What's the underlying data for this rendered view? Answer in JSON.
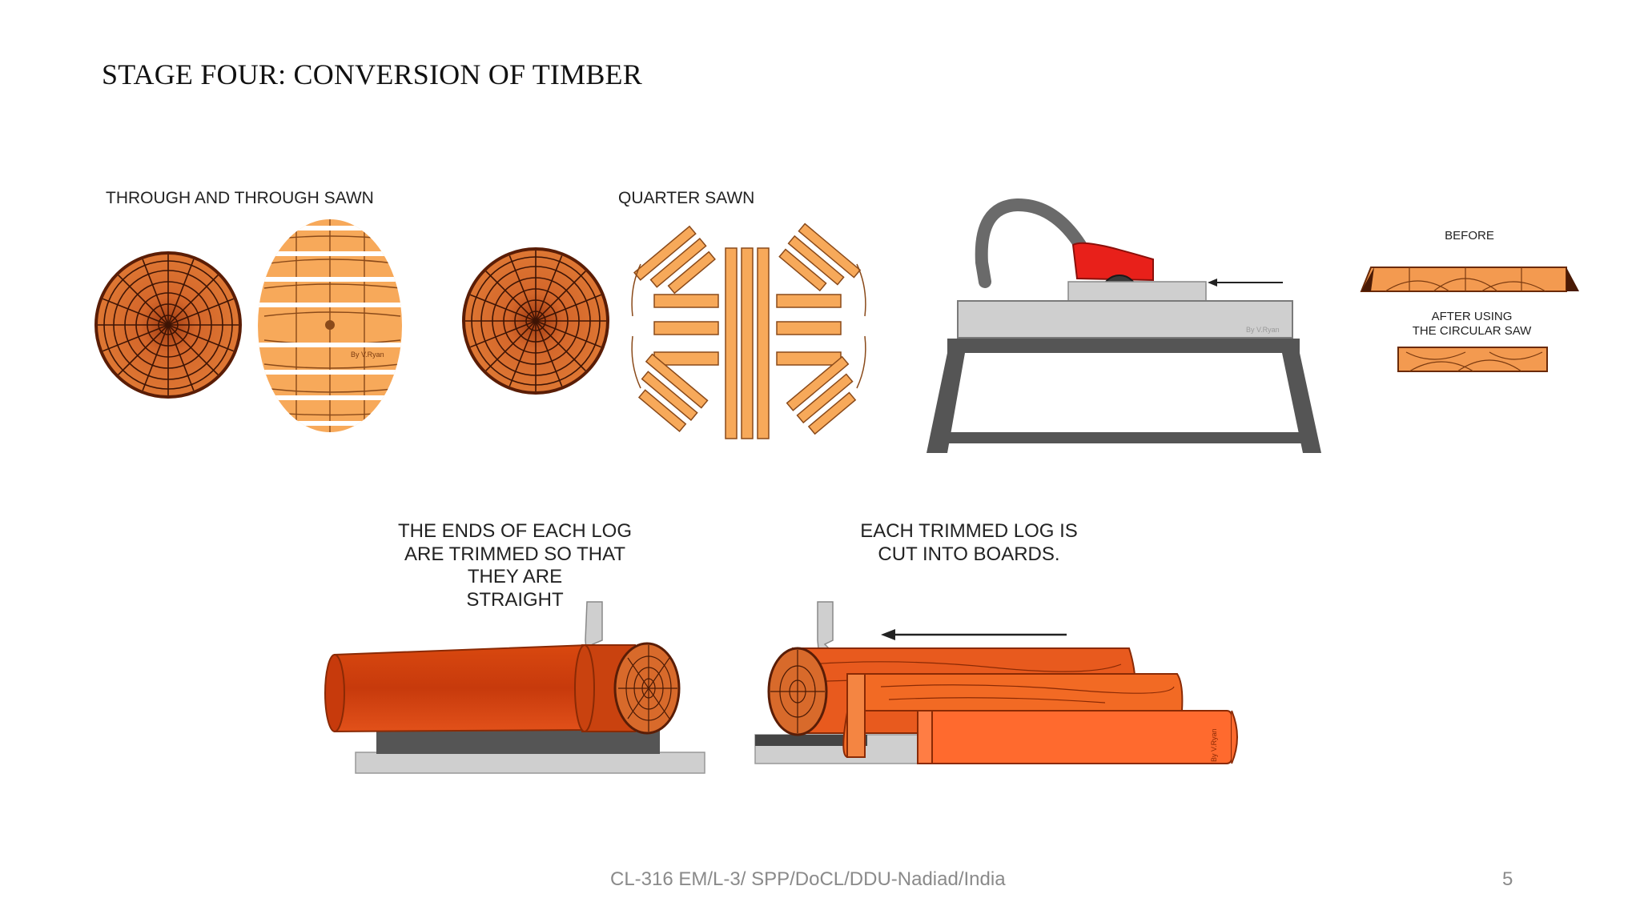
{
  "slide": {
    "title": "STAGE FOUR: CONVERSION OF TIMBER",
    "footer": "CL-316 EM/L-3/ SPP/DoCL/DDU-Nadiad/India",
    "page_number": "5"
  },
  "panels": {
    "through_and_through": {
      "label": "THROUGH AND THROUGH SAWN",
      "credit": "By V.Ryan"
    },
    "quarter_sawn": {
      "label": "QUARTER SAWN"
    },
    "circular_saw": {
      "credit": "By V.Ryan"
    },
    "before_after": {
      "before_label": "BEFORE",
      "after_label_line1": "AFTER USING",
      "after_label_line2": "THE CIRCULAR SAW"
    },
    "trimming": {
      "caption_lines": [
        "THE ENDS OF EACH LOG",
        "ARE TRIMMED SO THAT",
        "THEY ARE",
        "STRAIGHT"
      ]
    },
    "cutting_boards": {
      "caption_lines": [
        "EACH TRIMMED LOG IS",
        "CUT INTO BOARDS."
      ],
      "credit": "By V.Ryan"
    }
  },
  "colors": {
    "log_dark": "#c9420f",
    "log_bright": "#ff6a2e",
    "board_light": "#f7a95a",
    "log_end": "#d86a2b",
    "saw_red": "#e8201a",
    "table_grey": "#cfcfcf",
    "frame_grey": "#555555"
  }
}
